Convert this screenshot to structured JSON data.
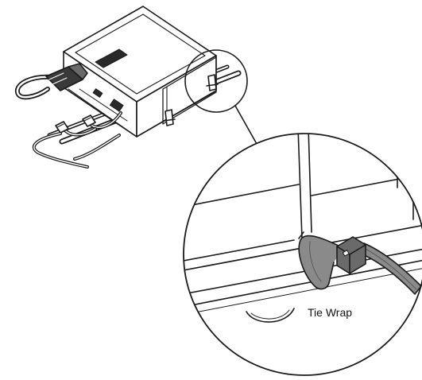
{
  "callout": {
    "label": "Tie Wrap"
  },
  "icons": [
    "device-box",
    "power-plug",
    "phone-jack",
    "cable",
    "cable-clip",
    "zoom-circle",
    "tie-wrap"
  ],
  "colors": {
    "line": "#1a1a1a",
    "fill": "#ffffff",
    "gray": "#8a8a8a",
    "dark": "#3a3a3a"
  }
}
